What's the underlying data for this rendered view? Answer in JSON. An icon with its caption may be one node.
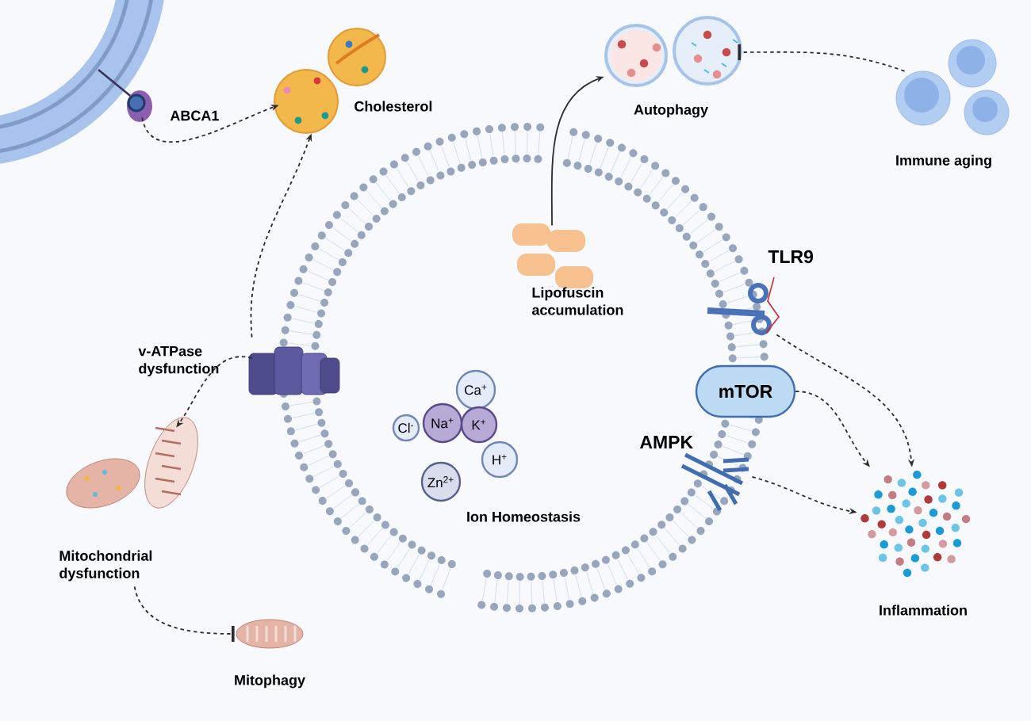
{
  "diagram": {
    "nodes": [
      {
        "text": [
          "ABCA1"
        ]
      },
      {
        "text": [
          "Cholesterol"
        ]
      },
      {
        "text": [
          "v-ATPase dysfunction"
        ]
      },
      {
        "text": [
          "Mitochondrial dysfunction"
        ]
      },
      {
        "text": [
          "Mitophagy"
        ]
      },
      {
        "text": [
          "Lipofuscin accumulation"
        ]
      },
      {
        "text": [
          "Autophagy"
        ]
      },
      {
        "text": [
          "Immune aging"
        ]
      },
      {
        "text": [
          "TLR9"
        ]
      },
      {
        "text": [
          "mTOR"
        ]
      },
      {
        "text": [
          "AMPK"
        ]
      },
      {
        "text": [
          "Inflammation"
        ]
      },
      {
        "text": [
          "Ca$^{+}$"
        ]
      },
      {
        "text": [
          "Cl$^{-}$"
        ]
      },
      {
        "text": [
          "Na$^{+}$"
        ]
      },
      {
        "text": [
          "K$^{+}$"
        ]
      },
      {
        "text": [
          "H$^{+}$"
        ]
      },
      {
        "text": [
          "Zn$^{2+}$"
        ]
      }
    ],
    "edges": [
      {
        "from": 0,
        "to": 1,
        "arrow": "to",
        "style": "dashed"
      },
      {
        "from": 2,
        "to": 1,
        "arrow": "to",
        "style": "dashed"
      },
      {
        "from": 2,
        "to": 3,
        "arrow": "to",
        "style": "dashed"
      },
      {
        "from": 3,
        "to": 4,
        "arrow": "other",
        "style": "dashed"
      },
      {
        "from": 5,
        "to": 6,
        "arrow": "to"
      },
      {
        "from": 7,
        "to": 6,
        "arrow": "other",
        "style": "dashed"
      },
      {
        "from": 8,
        "to": 11,
        "arrow": "to",
        "style": "dashed"
      },
      {
        "from": 9,
        "to": 11,
        "arrow": "to",
        "style": "dashed"
      },
      {
        "from": 10,
        "to": 11,
        "arrow": "to",
        "style": "dashed"
      }
    ],
    "labels": [
      "Ion Homeostasis"
    ]
  }
}
